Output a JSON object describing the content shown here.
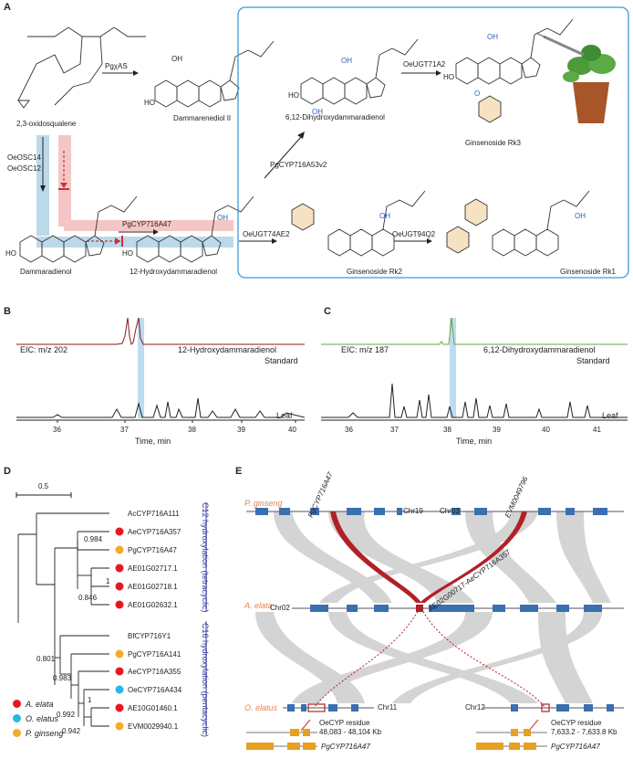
{
  "panel_labels": {
    "a": "A",
    "b": "B",
    "c": "C",
    "d": "D",
    "e": "E"
  },
  "panel_a": {
    "substrate": "2,3-oxidosqualene",
    "enzyme_dds": "PgχAS",
    "product_dds": "Dammarenediol II",
    "osc": [
      "OeOSC14",
      "OeOSC12"
    ],
    "dammaradienol": "Dammaradienol",
    "enzyme_cyp": "PgCYP716A47",
    "hydroxy": "12-Hydroxydammaradienol",
    "enzyme_cyp2": "PgCYP716A53v2",
    "dihydroxy": "6,12-Dihydroxydammaradienol",
    "enzyme_ugt71": "OeUGT71A2",
    "rk3": "Ginsenoside Rk3",
    "enzyme_ugt74": "OeUGT74AE2",
    "rk2": "Ginsenoside Rk2",
    "enzyme_ugt94": "OeUGT94Q2",
    "rk1": "Ginsenoside Rk1",
    "oh": "OH",
    "ho": "HO",
    "o": "O"
  },
  "panel_b": {
    "eic": "EIC: m/z 202",
    "standard_name": "12-Hydroxydammaradienol",
    "standard": "Standard",
    "leaf": "Leaf",
    "xlabel": "Time, min",
    "ticks": [
      "36",
      "37",
      "38",
      "39",
      "40"
    ]
  },
  "panel_c": {
    "eic": "EIC: m/z 187",
    "standard_name": "6,12-Dihydroxydammaradienol",
    "standard": "Standard",
    "leaf": "Leaf",
    "xlabel": "Time, min",
    "ticks": [
      "36",
      "37",
      "38",
      "39",
      "40",
      "41"
    ]
  },
  "panel_d": {
    "scale": "0.5",
    "leaves": [
      "AcCYP716A111",
      "AeCYP716A357",
      "PgCYP716A47",
      "AE01G02717.1",
      "AE01G02718.1",
      "AE01G02632.1",
      "BfCYP716Y1",
      "PgCYP716A141",
      "AeCYP716A355",
      "OeCYP716A434",
      "AE10G01460.1",
      "EVM0029940.1"
    ],
    "bootstraps": [
      "0.984",
      "1",
      "0.846",
      "0.801",
      "0.983",
      "1",
      "0.992",
      "0.942"
    ],
    "group1": "C12 hydroxylation (tetracyclic)",
    "group2": "C16 hydroxylation (pentacyclic)",
    "legend": [
      {
        "name": "A. elata",
        "color": "#e8171f"
      },
      {
        "name": "O. elatus",
        "color": "#28b7e8"
      },
      {
        "name": "P. ginseng",
        "color": "#f2ad2b"
      }
    ]
  },
  "panel_e": {
    "species_pg": "P. ginseng",
    "species_ae": "A. elata",
    "species_oe": "O. elatus",
    "pg_gene": "PgCYP716A47",
    "evm_gene": "EVM0049796",
    "ae_gene": "AE02G00717-AeCYP716A357",
    "chr19": "Chr19",
    "chr03": "Chr03",
    "chr02": "Chr02",
    "chr11": "Chr11",
    "chr12": "Chr12",
    "residue1_title": "OeCYP residue",
    "residue1_range": "48,083 - 48,104 Kb",
    "residue2_title": "OeCYP residue",
    "residue2_range": "7,633.2 - 7,633.8 Kb",
    "ref_gene": "PgCYP716A47"
  },
  "colors": {
    "red_line": "#b22025",
    "blue_bar": "#3a6fb0",
    "green": "#6aa33a",
    "orange": "#e8a020",
    "pink": "#f5c6c6",
    "lightblue": "#bcd9ea"
  }
}
